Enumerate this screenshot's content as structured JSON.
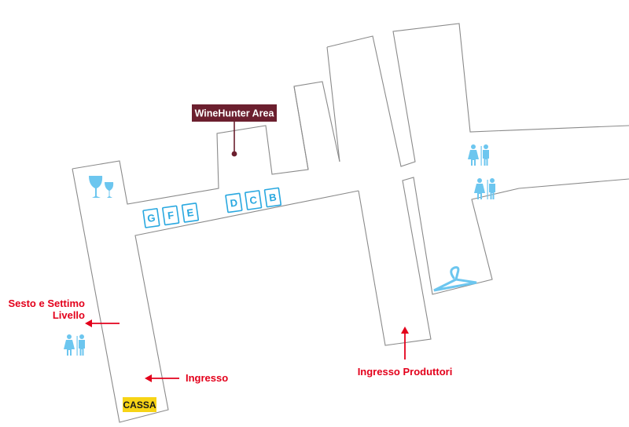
{
  "labels": {
    "winehunter_area": "WineHunter Area",
    "sesto_line1": "Sesto e Settimo",
    "sesto_line2": "Livello",
    "ingresso": "Ingresso",
    "ingresso_produttori": "Ingresso Produttori",
    "cassa": "CASSA"
  },
  "booths": {
    "left_group": [
      "G",
      "F",
      "E"
    ],
    "right_group": [
      "D",
      "C",
      "B"
    ]
  },
  "icons": {
    "wine_glasses": "wine-glasses-icon",
    "restroom": "restroom-icon",
    "cloakroom": "coat-hanger-icon"
  },
  "colors": {
    "walls": "#8a8a8a",
    "accent_red": "#e3001b",
    "booth_blue": "#29a8e0",
    "icon_blue": "#6cc6ef",
    "winehunter_bg": "#6b1f2e",
    "cassa_bg": "#f7d416"
  }
}
